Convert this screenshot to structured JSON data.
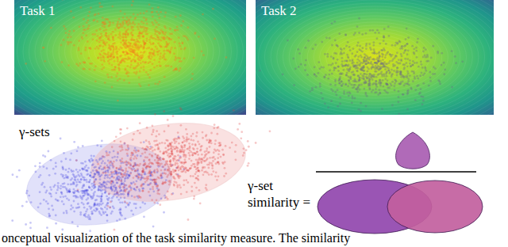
{
  "diagram": {
    "caption": "onceptual visualization of the task similarity measure. The similarity",
    "nodes": [
      {
        "text": [
          "Task 1"
        ]
      },
      {
        "text": [
          "Task 2"
        ]
      }
    ],
    "labels": [
      "γ-sets",
      "γ-set similarity ="
    ]
  }
}
